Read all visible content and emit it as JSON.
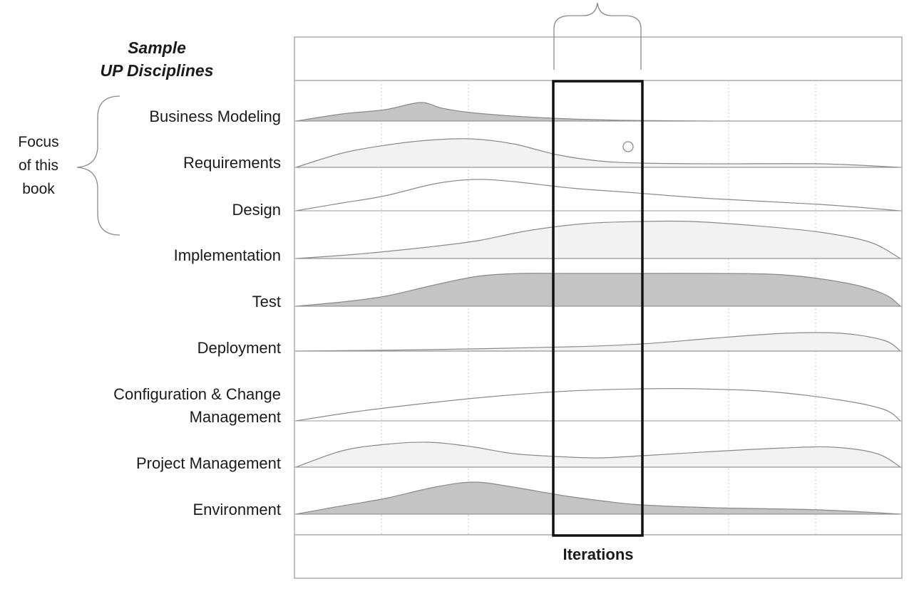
{
  "header": {
    "line1": "Sample",
    "line2": "UP Disciplines"
  },
  "focus": {
    "lines": [
      "Focus",
      "of this",
      "book"
    ]
  },
  "disciplines": [
    {
      "label": "Business Modeling",
      "label2": ""
    },
    {
      "label": "Requirements",
      "label2": ""
    },
    {
      "label": "Design",
      "label2": ""
    },
    {
      "label": "Implementation",
      "label2": ""
    },
    {
      "label": "Test",
      "label2": ""
    },
    {
      "label": "Deployment",
      "label2": ""
    },
    {
      "label": "Configuration & Change",
      "label2": "Management"
    },
    {
      "label": "Project Management",
      "label2": ""
    },
    {
      "label": "Environment",
      "label2": ""
    }
  ],
  "iterations_label": "Iterations",
  "colors": {
    "dark_fill": "#c4c4c4",
    "light_fill": "#f2f2f2",
    "outline": "#8a8a8a",
    "grid": "#c8c8c8",
    "highlight": "#111111"
  }
}
